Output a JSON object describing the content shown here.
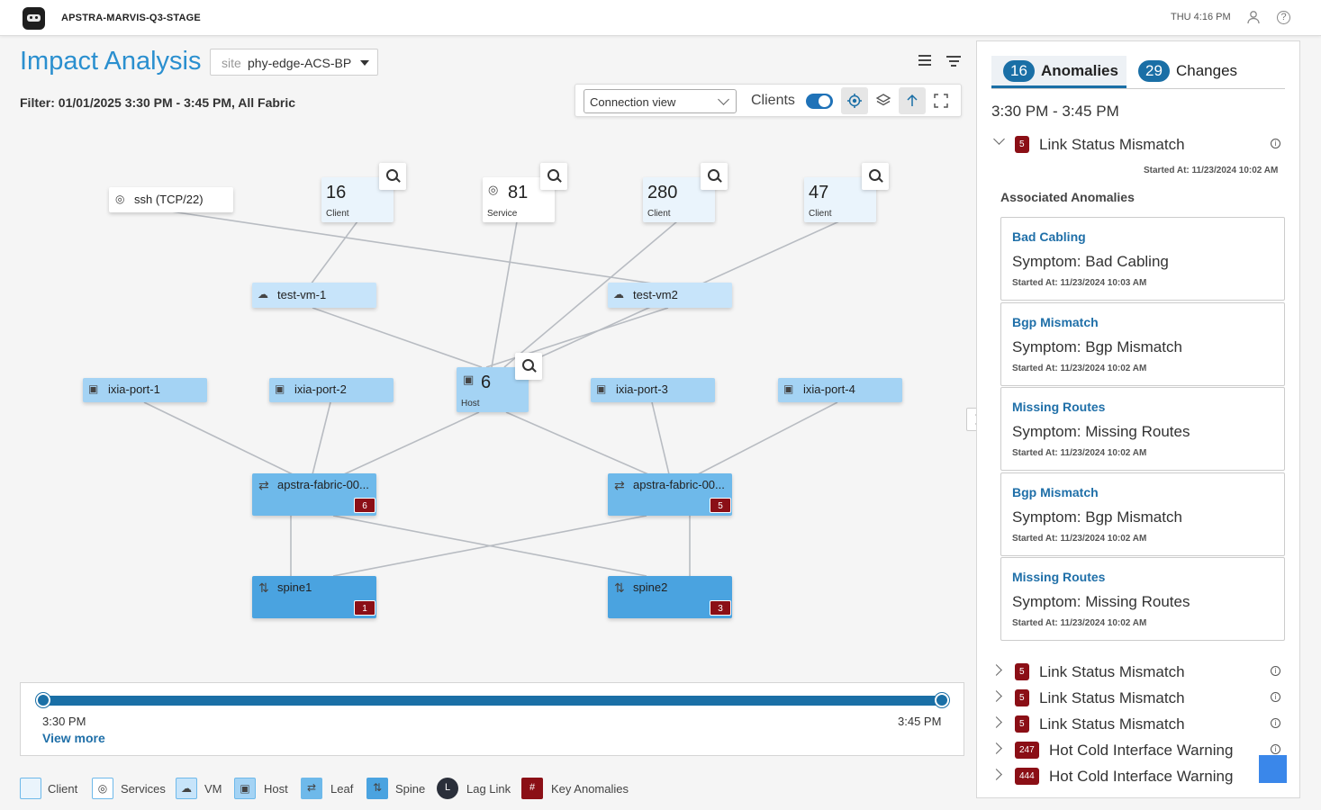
{
  "header": {
    "app_title": "APSTRA-MARVIS-Q3-STAGE",
    "clock": "THU 4:16 PM",
    "user_icon": "user-icon",
    "help_icon": "help-icon"
  },
  "page": {
    "title": "Impact Analysis",
    "site_label": "site",
    "site_value": "phy-edge-ACS-BP",
    "filter_text": "Filter: 01/01/2025 3:30 PM - 3:45 PM, All Fabric"
  },
  "toolbar": {
    "view_value": "Connection view",
    "clients_label": "Clients",
    "clients_on": true
  },
  "graph": {
    "ssh_label": "ssh (TCP/22)",
    "count_nodes": [
      {
        "count": "16",
        "type": "Client"
      },
      {
        "count": "81",
        "type": "Service"
      },
      {
        "count": "280",
        "type": "Client"
      },
      {
        "count": "47",
        "type": "Client"
      }
    ],
    "vms": [
      "test-vm-1",
      "test-vm2"
    ],
    "host": {
      "count": "6",
      "type": "Host"
    },
    "ports": [
      "ixia-port-1",
      "ixia-port-2",
      "ixia-port-3",
      "ixia-port-4"
    ],
    "leafs": [
      {
        "name": "apstra-fabric-00...",
        "anomalies": "6"
      },
      {
        "name": "apstra-fabric-00...",
        "anomalies": "5"
      }
    ],
    "spines": [
      {
        "name": "spine1",
        "anomalies": "1"
      },
      {
        "name": "spine2",
        "anomalies": "3"
      }
    ]
  },
  "timeline": {
    "start": "3:30 PM",
    "end": "3:45 PM",
    "view_more": "View more",
    "range_fraction": [
      0,
      1
    ]
  },
  "legend": [
    {
      "label": "Client",
      "glyph": ""
    },
    {
      "label": "Services",
      "glyph": "◎"
    },
    {
      "label": "VM",
      "glyph": "☁"
    },
    {
      "label": "Host",
      "glyph": "▣"
    },
    {
      "label": "Leaf",
      "glyph": "⇄"
    },
    {
      "label": "Spine",
      "glyph": "⇅"
    },
    {
      "label": "Lag Link",
      "glyph": "L"
    },
    {
      "label": "Key Anomalies",
      "glyph": "#"
    }
  ],
  "panel": {
    "tabs": [
      {
        "count": "16",
        "label": "Anomalies"
      },
      {
        "count": "29",
        "label": "Changes"
      }
    ],
    "time_range": "3:30 PM - 3:45 PM",
    "expanded_group": {
      "count": "5",
      "title": "Link Status Mismatch",
      "started": "Started At: 11/23/2024 10:02 AM"
    },
    "associated_title": "Associated Anomalies",
    "cards": [
      {
        "title": "Bad Cabling",
        "symptom": "Symptom: Bad Cabling",
        "started": "Started At: 11/23/2024 10:03 AM"
      },
      {
        "title": "Bgp Mismatch",
        "symptom": "Symptom: Bgp Mismatch",
        "started": "Started At: 11/23/2024 10:02 AM"
      },
      {
        "title": "Missing Routes",
        "symptom": "Symptom: Missing Routes",
        "started": "Started At: 11/23/2024 10:02 AM"
      },
      {
        "title": "Bgp Mismatch",
        "symptom": "Symptom: Bgp Mismatch",
        "started": "Started At: 11/23/2024 10:02 AM"
      },
      {
        "title": "Missing Routes",
        "symptom": "Symptom: Missing Routes",
        "started": "Started At: 11/23/2024 10:02 AM"
      }
    ],
    "groups": [
      {
        "count": "5",
        "title": "Link Status Mismatch"
      },
      {
        "count": "5",
        "title": "Link Status Mismatch"
      },
      {
        "count": "5",
        "title": "Link Status Mismatch"
      },
      {
        "count": "247",
        "title": "Hot Cold Interface Warning"
      },
      {
        "count": "444",
        "title": "Hot Cold Interface Warning"
      }
    ]
  },
  "colors": {
    "accent": "#1a6fa6",
    "title_blue": "#2a8fcf",
    "anomaly_red": "#8b0f16",
    "leaf_blue": "#6eb9ea",
    "spine_blue": "#4aa3e0"
  }
}
